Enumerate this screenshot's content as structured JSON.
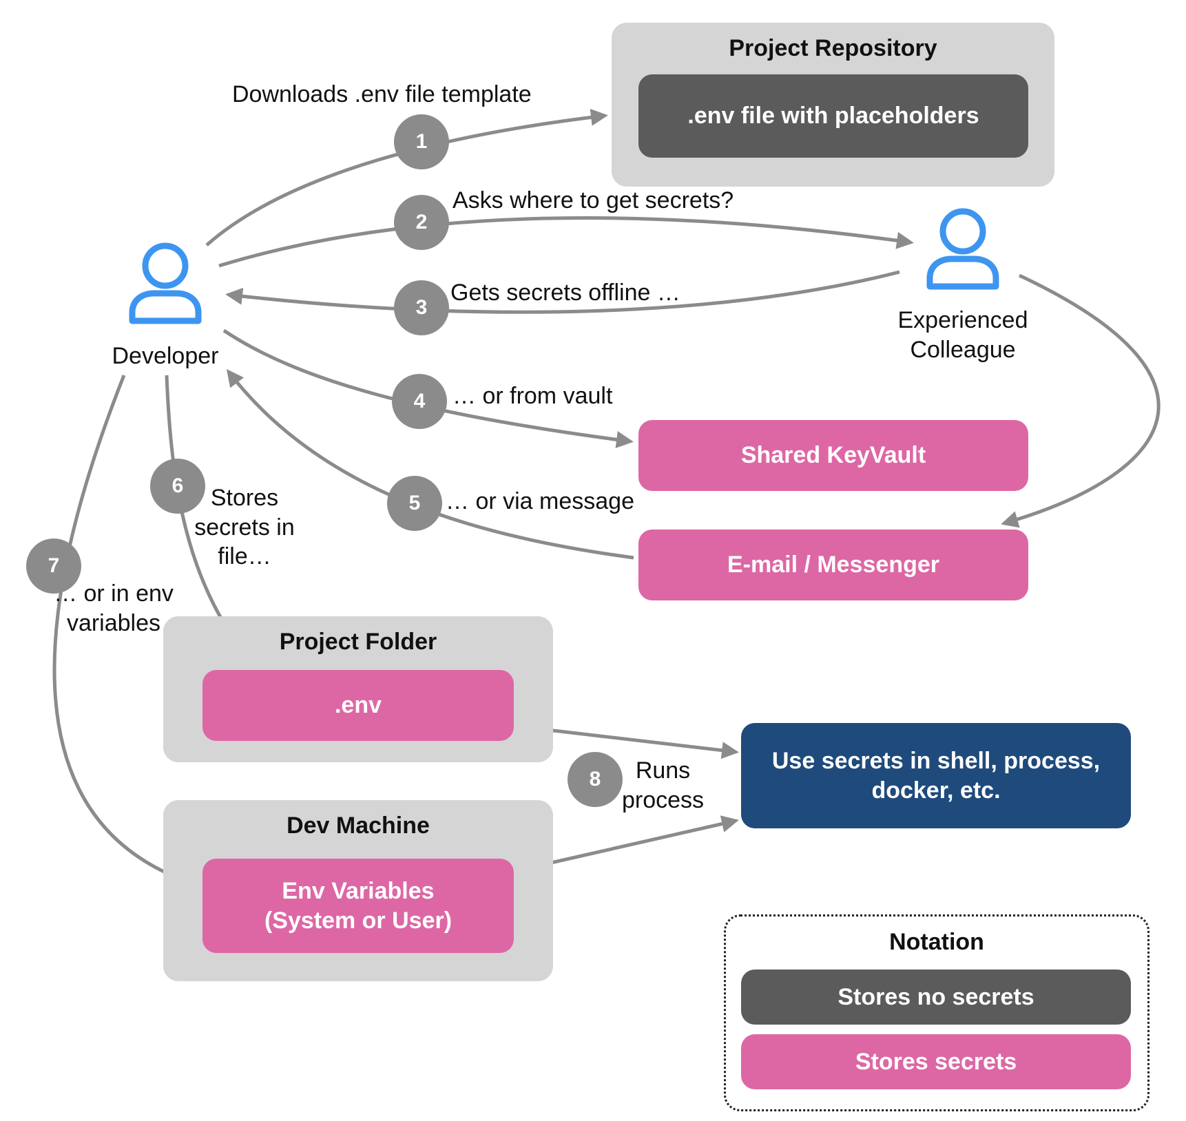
{
  "diagram": {
    "actors": {
      "developer": "Developer",
      "colleague": "Experienced\nColleague"
    },
    "containers": {
      "repository": {
        "title": "Project Repository",
        "item": ".env file with placeholders"
      },
      "project_folder": {
        "title": "Project Folder",
        "item": ".env"
      },
      "dev_machine": {
        "title": "Dev Machine",
        "item": "Env Variables\n(System or User)"
      }
    },
    "boxes": {
      "keyvault": "Shared KeyVault",
      "messenger": "E-mail / Messenger",
      "use_secrets": "Use secrets in shell, process,\ndocker, etc."
    },
    "steps": [
      {
        "number": "1",
        "label": "Downloads .env file template"
      },
      {
        "number": "2",
        "label": "Asks where to get secrets?"
      },
      {
        "number": "3",
        "label": "Gets secrets offline …"
      },
      {
        "number": "4",
        "label": "… or from vault"
      },
      {
        "number": "5",
        "label": "… or via message"
      },
      {
        "number": "6",
        "label": "Stores\nsecrets in\nfile…"
      },
      {
        "number": "7",
        "label": "… or in env\nvariables"
      },
      {
        "number": "8",
        "label": "Runs\nprocess"
      }
    ],
    "notation": {
      "title": "Notation",
      "no_secrets": "Stores no secrets",
      "secrets": "Stores secrets"
    },
    "colors": {
      "stores_secrets": "#dd67a4",
      "stores_no_secrets": "#5b5b5b",
      "runtime": "#1f4a7c",
      "container": "#d5d5d5",
      "arrow": "#8b8b8b",
      "person_icon": "#3d95f0"
    }
  }
}
